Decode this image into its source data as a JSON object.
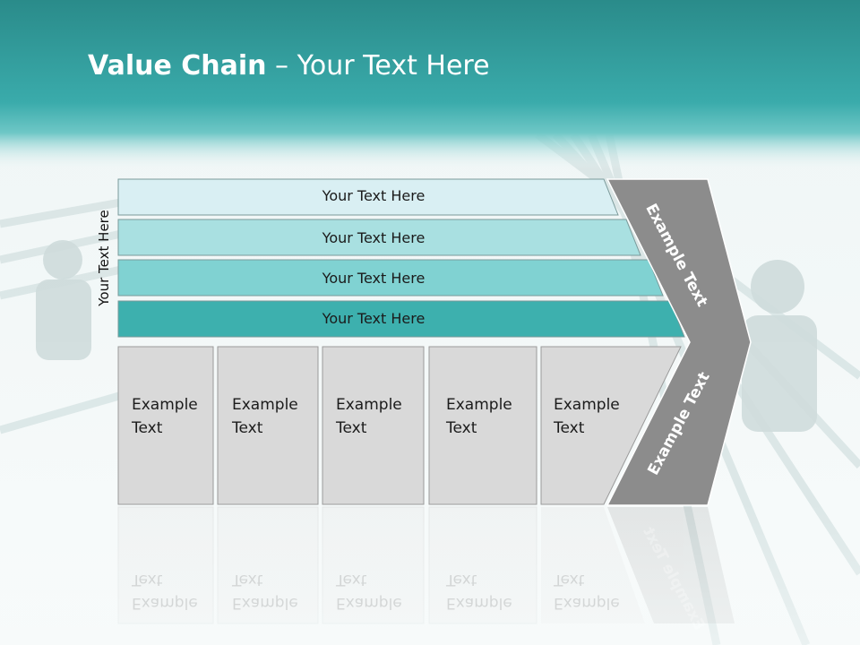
{
  "title": {
    "bold": "Value Chain",
    "separator": " – ",
    "rest": "Your Text Here"
  },
  "side_label": "Your Text Here",
  "bars": [
    {
      "label": "Your Text Here",
      "color": "#d9eff3"
    },
    {
      "label": "Your Text Here",
      "color": "#a9e0e1"
    },
    {
      "label": "Your Text Here",
      "color": "#80d2d2"
    },
    {
      "label": "Your Text Here",
      "color": "#3db0ae"
    }
  ],
  "cells": [
    {
      "line1": "Example",
      "line2": "Text"
    },
    {
      "line1": "Example",
      "line2": "Text"
    },
    {
      "line1": "Example",
      "line2": "Text"
    },
    {
      "line1": "Example",
      "line2": "Text"
    },
    {
      "line1": "Example",
      "line2": "Text"
    }
  ],
  "chevron": {
    "top_label": "Example Text",
    "bottom_label": "Example Text",
    "color": "#8c8c8c"
  },
  "colors": {
    "header": "#3aabab",
    "cell_fill": "#d9d9d9"
  }
}
